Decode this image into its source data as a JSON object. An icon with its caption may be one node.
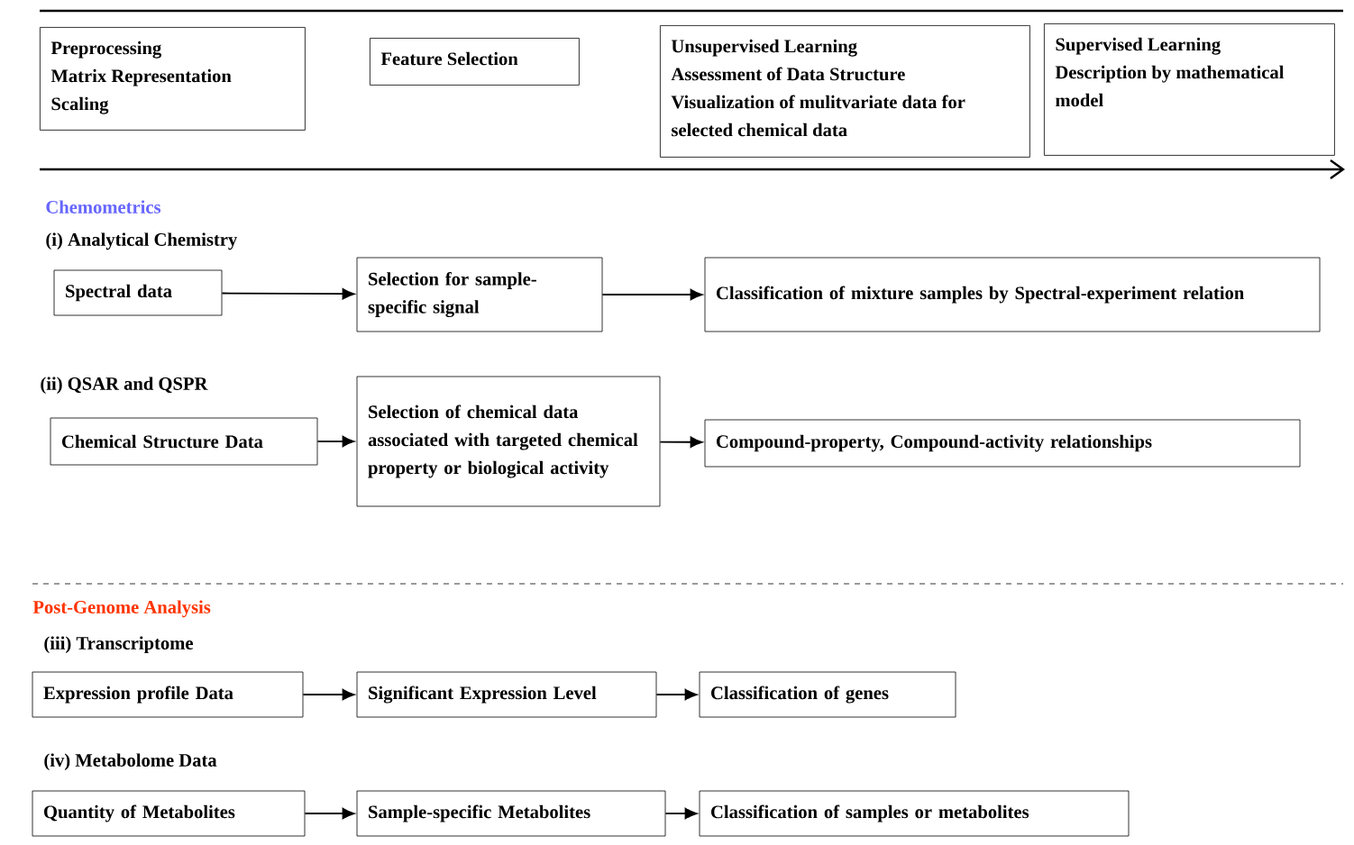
{
  "diagram": {
    "nodes": [
      {
        "text": [
          "Preprocessing",
          "Matrix Representation",
          "Scaling"
        ]
      },
      {
        "text": [
          "Feature Selection"
        ]
      },
      {
        "text": [
          "Unsupervised Learning",
          "Assessment of Data Structure",
          "Visualization of mulitvariate data for selected chemical data"
        ]
      },
      {
        "text": [
          "Supervised Learning",
          "Description by mathematical model"
        ]
      },
      {
        "text": [
          "Spectral data"
        ]
      },
      {
        "text": [
          "Selection for sample-specific signal"
        ]
      },
      {
        "text": [
          "Classification of  mixture samples by Spectral-experiment relation"
        ]
      },
      {
        "text": [
          "Chemical Structure Data"
        ]
      },
      {
        "text": [
          "Selection of chemical data associated with targeted chemical property or biological activity"
        ]
      },
      {
        "text": [
          "Compound-property, Compound-activity relationships"
        ]
      },
      {
        "text": [
          "Expression profile Data"
        ]
      },
      {
        "text": [
          "Significant Expression Level"
        ]
      },
      {
        "text": [
          "Classification of genes"
        ]
      },
      {
        "text": [
          "Quantity of Metabolites"
        ]
      },
      {
        "text": [
          "Sample-specific Metabolites"
        ]
      },
      {
        "text": [
          "Classification of samples or metabolites"
        ]
      }
    ],
    "edges": [
      {
        "from": 4,
        "to": 5,
        "arrow": "to"
      },
      {
        "from": 5,
        "to": 6,
        "arrow": "to"
      },
      {
        "from": 7,
        "to": 8,
        "arrow": "to"
      },
      {
        "from": 8,
        "to": 9,
        "arrow": "to"
      },
      {
        "from": 10,
        "to": 11,
        "arrow": "to"
      },
      {
        "from": 11,
        "to": 12,
        "arrow": "to"
      },
      {
        "from": 13,
        "to": 14,
        "arrow": "to"
      },
      {
        "from": 14,
        "to": 15,
        "arrow": "to"
      }
    ],
    "labels": [
      "Chemometrics",
      "(i) Analytical Chemistry",
      "(ii) QSAR and QSPR",
      "Post-Genome Analysis",
      "(iii) Transcriptome",
      "(iv) Metabolome Data"
    ]
  }
}
